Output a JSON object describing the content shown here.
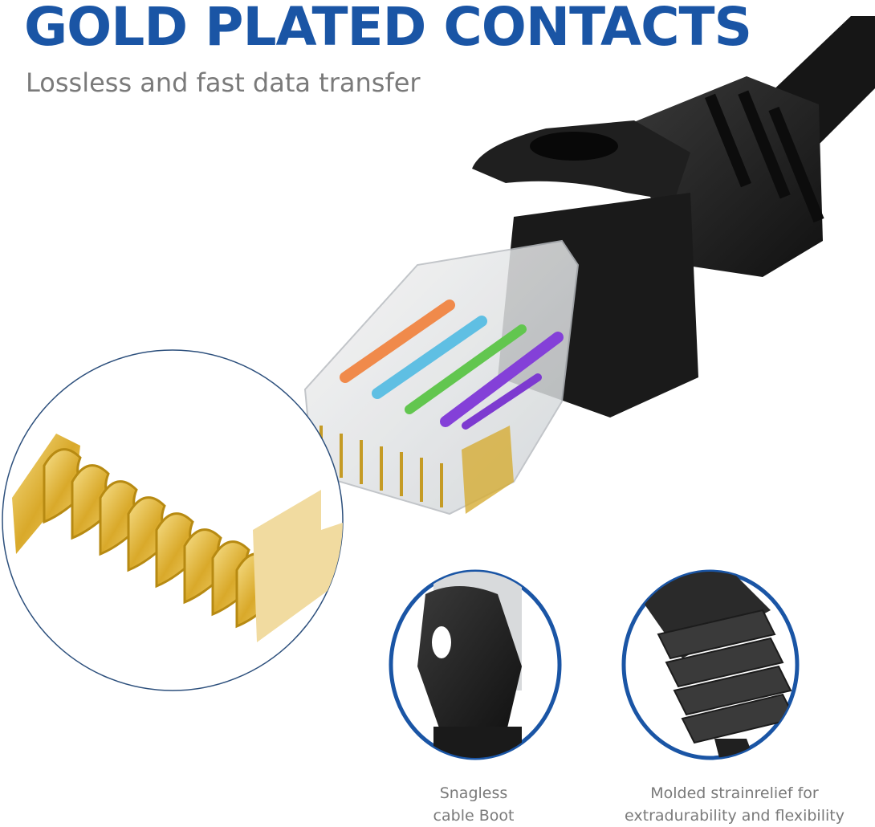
{
  "header": {
    "title": "GOLD PLATED CONTACTS",
    "subtitle": "Lossless and fast data transfer"
  },
  "callouts": [
    {
      "label_line1": "Snagless",
      "label_line2": "cable Boot"
    },
    {
      "label_line1": "Molded strainrelief for",
      "label_line2": "extradurability and flexibility"
    }
  ],
  "colors": {
    "title": "#1a55a5",
    "subtitle": "#7a7a7a",
    "circle_border": "#1a55a5",
    "gold": "#d9b233",
    "connector_black": "#1e1e1e"
  }
}
